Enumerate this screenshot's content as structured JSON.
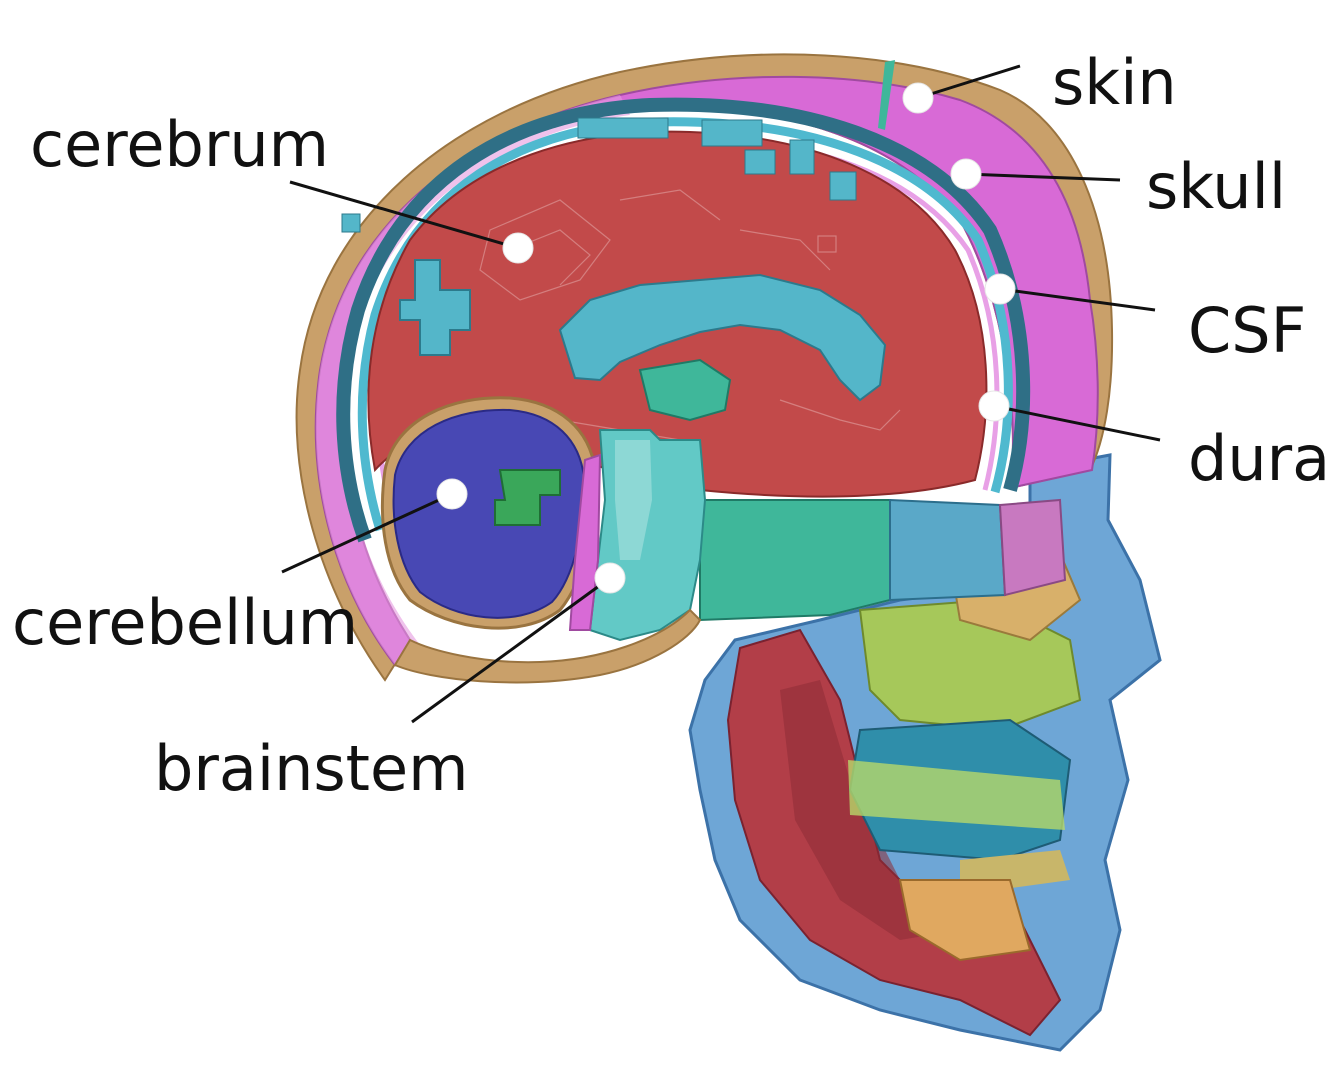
{
  "labels": {
    "cerebrum": "cerebrum",
    "skin": "skin",
    "skull": "skull",
    "csf": "CSF",
    "dura": "dura",
    "cerebellum": "cerebellum",
    "brainstem": "brainstem"
  },
  "colors": {
    "skin": "#c9a06a",
    "skull": "#d86ad6",
    "csf": "#4fb9cf",
    "dura": "#2f6f86",
    "cerebrum": "#c24a4a",
    "ventricle": "#54b6c9",
    "cerebellum": "#4848b4",
    "cerebellum_inner": "#3aa75a",
    "brainstem": "#62c9c6",
    "face_bone": "#6ea6d6",
    "muscle": "#b23e48",
    "sinus": "#a6c85a",
    "marker": "#ffffff",
    "leader": "#111111"
  }
}
